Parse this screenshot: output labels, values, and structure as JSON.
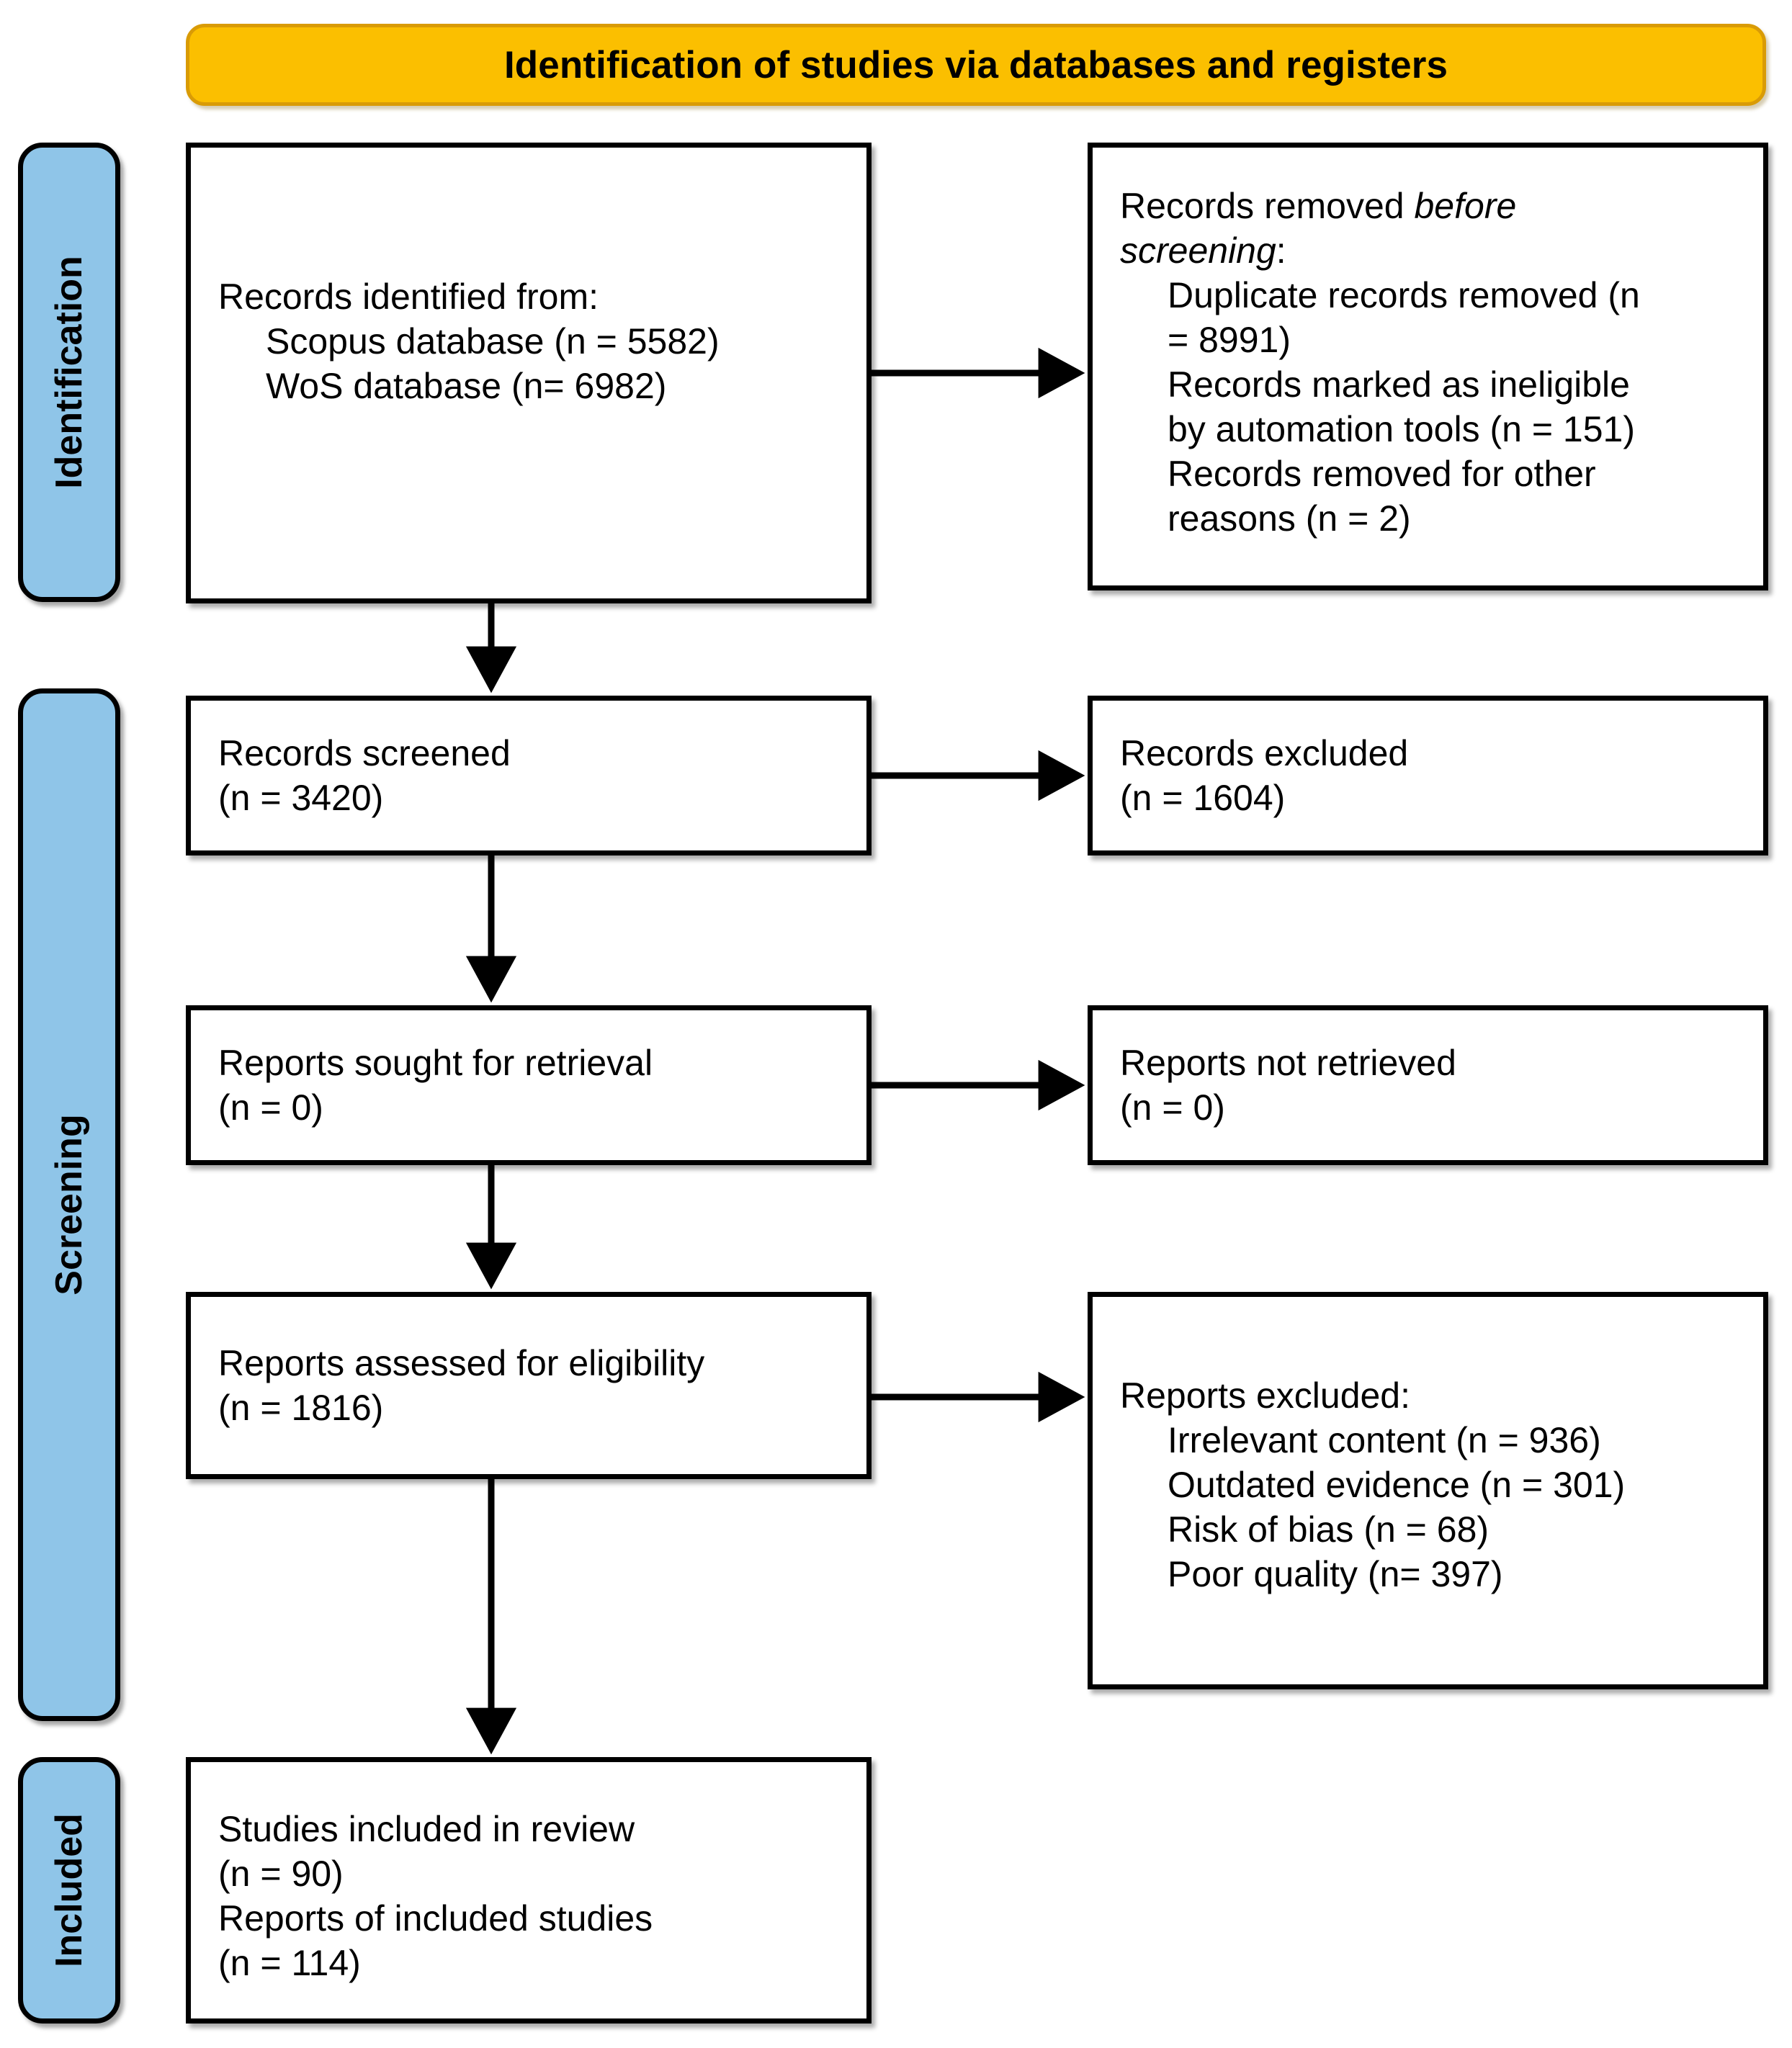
{
  "banner": {
    "title": "Identification of studies via databases and registers"
  },
  "colors": {
    "banner_fill": "#FBBF00",
    "banner_border": "#D99B06",
    "stage_fill": "#8FC5E8",
    "box_fill": "#FFFFFF",
    "stroke": "#000000"
  },
  "stages": [
    {
      "id": "identification",
      "label": "Identification"
    },
    {
      "id": "screening",
      "label": "Screening"
    },
    {
      "id": "included",
      "label": "Included"
    }
  ],
  "boxes": {
    "identified": {
      "l1": "Records identified from:",
      "l2": "Scopus database (n = 5582)",
      "l3": "WoS database (n= 6982)"
    },
    "removed": {
      "l1a": "Records removed ",
      "l1b": "before",
      "l2a": "screening",
      "l2b": ":",
      "l3": "Duplicate records removed (n",
      "l4": "= 8991)",
      "l5": "Records marked as ineligible",
      "l6": "by automation tools (n = 151)",
      "l7": "Records removed for other",
      "l8": "reasons (n = 2)"
    },
    "screened": {
      "l1": "Records screened",
      "l2": "(n = 3420)"
    },
    "excluded_records": {
      "l1": "Records excluded",
      "l2": "(n = 1604)"
    },
    "sought": {
      "l1": "Reports sought for retrieval",
      "l2": "(n = 0)"
    },
    "not_retrieved": {
      "l1": "Reports not retrieved",
      "l2": "(n = 0)"
    },
    "assessed": {
      "l1": "Reports assessed for eligibility",
      "l2": "(n = 1816)"
    },
    "excluded_reports": {
      "l1": "Reports excluded:",
      "l2": "Irrelevant content (n = 936)",
      "l3": "Outdated evidence (n = 301)",
      "l4": "Risk of bias (n = 68)",
      "l5": "Poor quality (n= 397)"
    },
    "included": {
      "l1": "Studies included in review",
      "l2": "(n = 90)",
      "l3": "Reports of included studies",
      "l4": "(n = 114)"
    }
  }
}
